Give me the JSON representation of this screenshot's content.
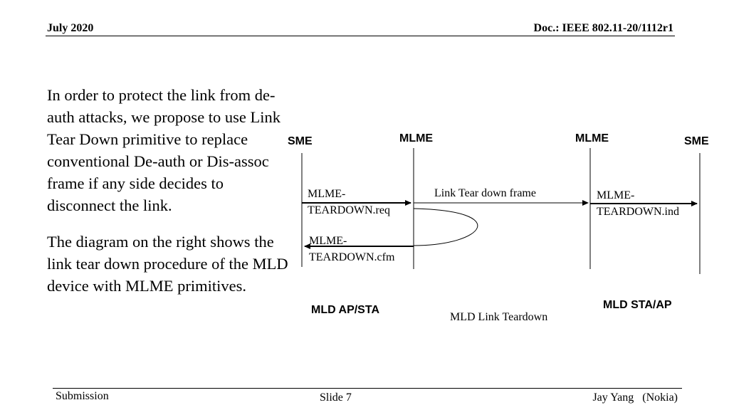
{
  "header": {
    "date": "July 2020",
    "doc_id": "Doc.: IEEE 802.11-20/1112r1"
  },
  "body": {
    "paragraph1": "In order to protect the link from de-auth attacks, we propose to use Link Tear Down primitive to replace conventional De-auth or Dis-assoc frame if any side decides to disconnect the link.",
    "paragraph2": "The diagram on the right shows the link tear down procedure of the MLD device with MLME primitives."
  },
  "diagram": {
    "lanes": {
      "sme_left": "SME",
      "mlme_left": "MLME",
      "mlme_right": "MLME",
      "sme_right": "SME"
    },
    "messages": {
      "teardown_req_line1": "MLME-",
      "teardown_req_line2": "TEARDOWN.req",
      "link_frame": "Link Tear down frame",
      "teardown_ind_line1": "MLME-",
      "teardown_ind_line2": "TEARDOWN.ind",
      "teardown_cfm_line1": "MLME-",
      "teardown_cfm_line2": "TEARDOWN.cfm"
    },
    "labels": {
      "left_device": "MLD AP/STA",
      "right_device": "MLD STA/AP",
      "caption": "MLD Link Teardown"
    }
  },
  "footer": {
    "left": "Submission",
    "center": "Slide 7",
    "right": "Jay Yang   (Nokia)"
  }
}
